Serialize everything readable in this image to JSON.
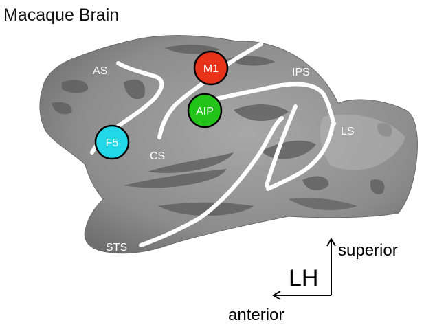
{
  "title": "Macaque Brain",
  "sulci": [
    {
      "id": "as",
      "label": "AS"
    },
    {
      "id": "cs",
      "label": "CS"
    },
    {
      "id": "ips",
      "label": "IPS"
    },
    {
      "id": "ls",
      "label": "LS"
    },
    {
      "id": "sts",
      "label": "STS"
    }
  ],
  "regions": [
    {
      "id": "m1",
      "label": "M1",
      "color": "#e8321a"
    },
    {
      "id": "aip",
      "label": "AIP",
      "color": "#22c41a"
    },
    {
      "id": "f5",
      "label": "F5",
      "color": "#22d8e8"
    }
  ],
  "hemisphere": "LH",
  "directions": {
    "superior": "superior",
    "anterior": "anterior"
  },
  "colors": {
    "sulcus_line": "#ffffff",
    "brain_light": "#9a9a9a",
    "brain_dark": "#5a5a5a"
  }
}
